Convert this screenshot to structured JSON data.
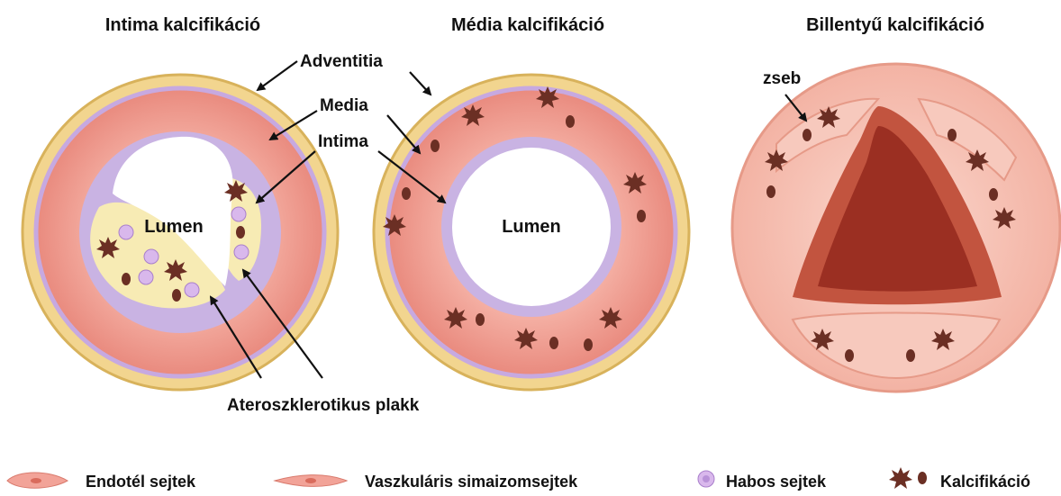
{
  "titles": {
    "intima": "Intima kalcifikáció",
    "media": "Média kalcifikáció",
    "valve": "Billentyű kalcifikáció"
  },
  "labels": {
    "adventitia": "Adventitia",
    "media": "Media",
    "intima": "Intima",
    "lumen": "Lumen",
    "plaque": "Ateroszklerotikus plakk",
    "pocket": "zseb"
  },
  "legend": {
    "endothelial": "Endotél sejtek",
    "vsmc": "Vaszkuláris simaizomsejtek",
    "foam": "Habos sejtek",
    "calcification": "Kalcifikáció"
  },
  "colors": {
    "adventitia": "#f2d58f",
    "media": "#ef9f94",
    "intima": "#c9b3e3",
    "plaque": "#f7ebb4",
    "calcification": "#6b2f24",
    "foam_cell": "#d9b8ec",
    "valve_leaflet": "#9b2f22",
    "valve_ring": "#f7c9bd"
  }
}
